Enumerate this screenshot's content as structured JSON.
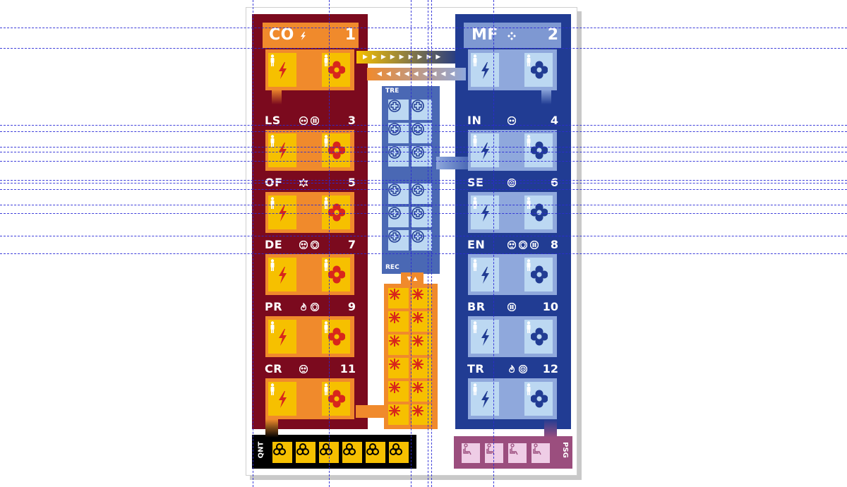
{
  "board": {
    "left_wing": [
      {
        "code": "CO",
        "number": "1",
        "icons": [
          "lightning-icon"
        ]
      },
      {
        "code": "LS",
        "number": "3",
        "icons": [
          "mask-icon",
          "pill-icon"
        ]
      },
      {
        "code": "OF",
        "number": "5",
        "icons": [
          "burst-icon"
        ]
      },
      {
        "code": "DE",
        "number": "7",
        "icons": [
          "skull-icon",
          "shield-icon"
        ]
      },
      {
        "code": "PR",
        "number": "9",
        "icons": [
          "flame-icon",
          "shield-icon"
        ]
      },
      {
        "code": "CR",
        "number": "11",
        "icons": [
          "skull-icon"
        ]
      }
    ],
    "right_wing": [
      {
        "code": "MF",
        "number": "2",
        "icons": [
          "diamond-cluster-icon"
        ]
      },
      {
        "code": "IN",
        "number": "4",
        "icons": [
          "mask-icon"
        ]
      },
      {
        "code": "SE",
        "number": "6",
        "icons": [
          "target-icon"
        ]
      },
      {
        "code": "EN",
        "number": "8",
        "icons": [
          "skull-icon",
          "shield-icon",
          "pill-icon"
        ]
      },
      {
        "code": "BR",
        "number": "10",
        "icons": [
          "pill-icon"
        ]
      },
      {
        "code": "TR",
        "number": "12",
        "icons": [
          "flame-icon",
          "target-icon"
        ]
      }
    ],
    "treatment": {
      "label": "TRE",
      "slots": 12
    },
    "recovery": {
      "label": "REC",
      "slots": 12
    },
    "quarantine": {
      "label": "QNT",
      "slots": 6
    },
    "passengers": {
      "label": "PSG",
      "slots": 4
    }
  },
  "colors": {
    "red_panel": "#7b0a1e",
    "blue_panel": "#213c93",
    "orange": "#f08a2c",
    "yellow": "#f6c000",
    "light_blue": "#bcd8f2",
    "guides": "#2b2bd6"
  }
}
